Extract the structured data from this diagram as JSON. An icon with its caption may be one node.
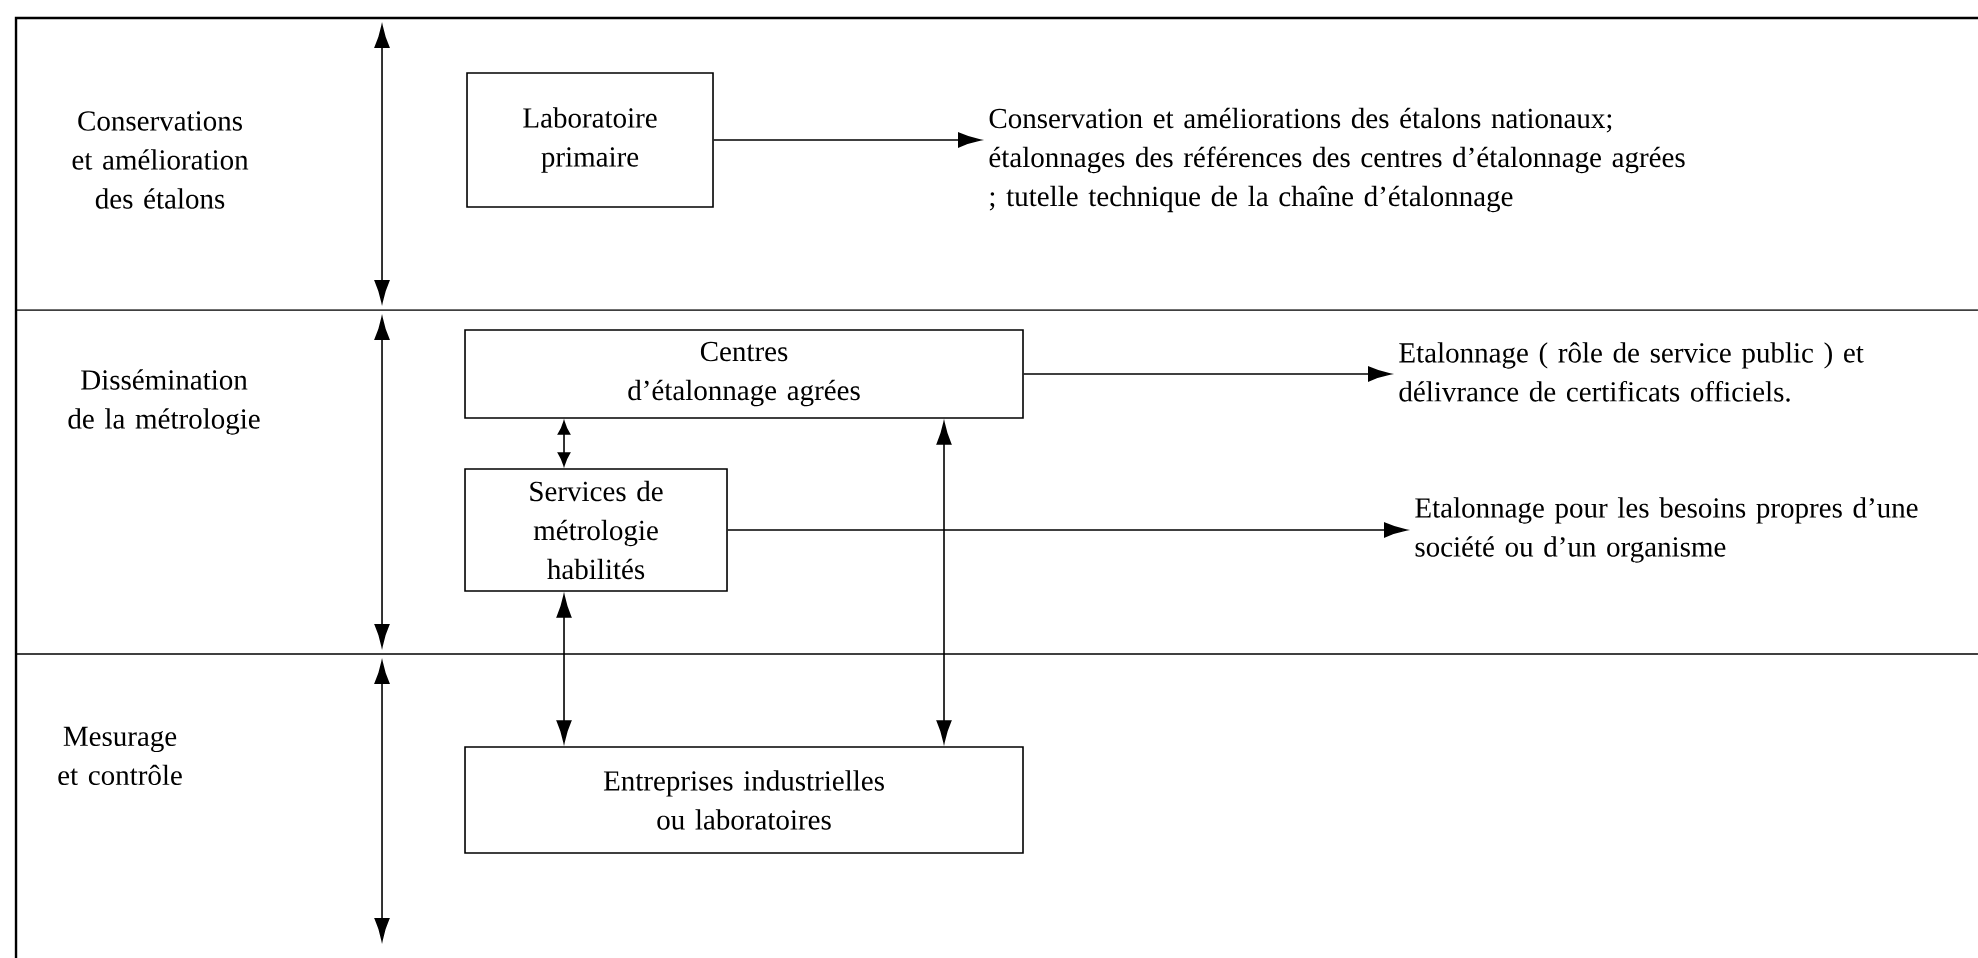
{
  "diagram": {
    "nodes": [
      {
        "text": [
          "Laboratoire primaire"
        ]
      },
      {
        "text": [
          "Conservation et améliorations des étalons nationaux; étalonnages des références des centres d’étalonnage agrées ; tutelle technique de la chaîne d’étalonnage"
        ]
      },
      {
        "text": [
          "Centres d’étalonnage agrées"
        ]
      },
      {
        "text": [
          "Etalonnage ( rôle de service public ) et délivrance de certificats officiels."
        ]
      },
      {
        "text": [
          "Services de métrologie habilités"
        ]
      },
      {
        "text": [
          "Etalonnage pour les besoins propres d’une société ou d’un organisme"
        ]
      },
      {
        "text": [
          "Entreprises industrielles ou laboratoires"
        ]
      }
    ],
    "edges": [
      {
        "from": 0,
        "to": 1,
        "arrow": "to"
      },
      {
        "from": 2,
        "to": 3,
        "arrow": "to"
      },
      {
        "from": 2,
        "to": 4,
        "arrow": "both"
      },
      {
        "from": 4,
        "to": 5,
        "arrow": "to"
      },
      {
        "from": 4,
        "to": 6,
        "arrow": "both"
      },
      {
        "from": 2,
        "to": 6,
        "arrow": "both"
      }
    ],
    "labels": [
      "Conservations et amélioration des étalons",
      "Dissémination de la métrologie",
      "Mesurage et contrôle"
    ]
  }
}
